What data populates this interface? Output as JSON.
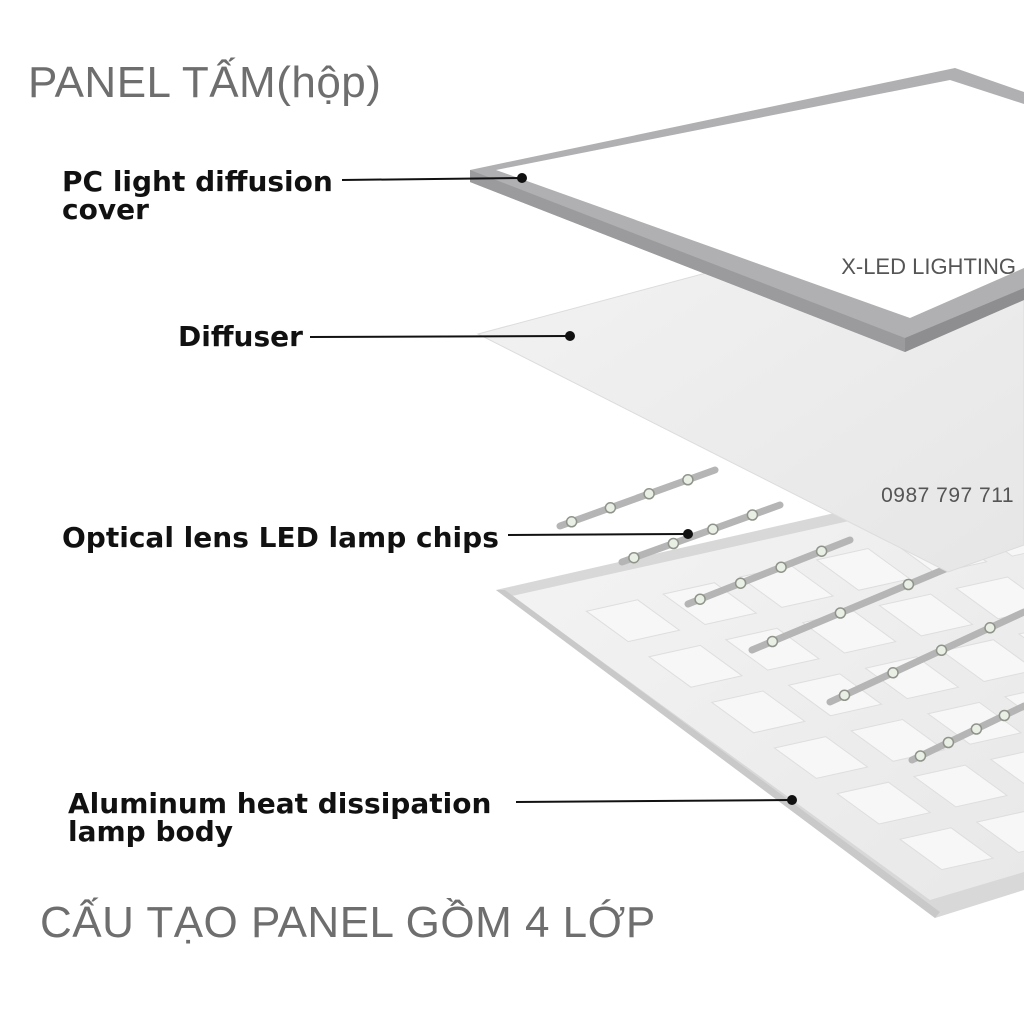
{
  "title_top": "PANEL TẤM(hộp)",
  "title_bottom": "CẤU TẠO PANEL GỒM 4 LỚP",
  "watermark_brand": "X-LED LIGHTING",
  "watermark_phone": "0987 797 711",
  "layers": [
    {
      "line1": "PC light diffusion",
      "line2": "cover"
    },
    {
      "line1": "Diffuser",
      "line2": ""
    },
    {
      "line1": "Optical lens LED lamp chips",
      "line2": ""
    },
    {
      "line1": "Aluminum heat dissipation",
      "line2": "lamp body"
    }
  ],
  "colors": {
    "frame": "#a9a9ab",
    "diffuser": "#ececec",
    "body": "#f2f2f2",
    "led_strip": "#b5b5b5",
    "leader": "#111111",
    "title_text": "#6e6e6e"
  }
}
